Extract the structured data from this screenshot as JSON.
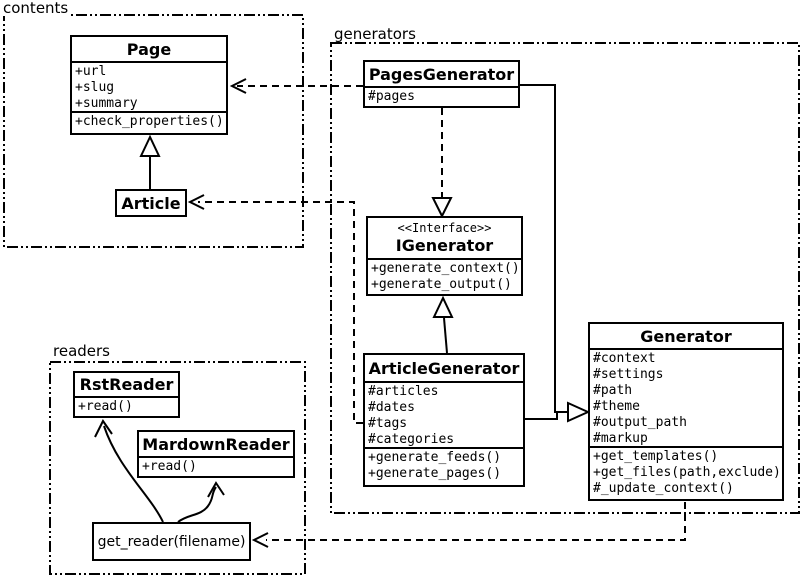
{
  "packages": {
    "contents": {
      "label": "contents"
    },
    "generators": {
      "label": "generators"
    },
    "readers": {
      "label": "readers"
    }
  },
  "classes": {
    "page": {
      "title": "Page",
      "attributes": [
        "+url",
        "+slug",
        "+summary"
      ],
      "methods": [
        "+check_properties()"
      ]
    },
    "article": {
      "title": "Article"
    },
    "pages_generator": {
      "title": "PagesGenerator",
      "attributes": [
        "#pages"
      ]
    },
    "igenerator": {
      "stereotype": "<<Interface>>",
      "title": "IGenerator",
      "methods": [
        "+generate_context()",
        "+generate_output()"
      ]
    },
    "article_generator": {
      "title": "ArticleGenerator",
      "attributes": [
        "#articles",
        "#dates",
        "#tags",
        "#categories"
      ],
      "methods": [
        "+generate_feeds()",
        "+generate_pages()"
      ]
    },
    "generator": {
      "title": "Generator",
      "attributes": [
        "#context",
        "#settings",
        "#path",
        "#theme",
        "#output_path",
        "#markup"
      ],
      "methods": [
        "+get_templates()",
        "+get_files(path,exclude)",
        "#_update_context()"
      ]
    },
    "rst_reader": {
      "title": "RstReader",
      "methods": [
        "+read()"
      ]
    },
    "markdown_reader": {
      "title": "MardownReader",
      "methods": [
        "+read()"
      ]
    },
    "get_reader": {
      "label": "get_reader(filename)"
    }
  },
  "relationships": [
    {
      "type": "inheritance",
      "from": "Article",
      "to": "Page"
    },
    {
      "type": "dependency",
      "from": "PagesGenerator",
      "to": "Page"
    },
    {
      "type": "dependency",
      "from": "ArticleGenerator",
      "to": "Article"
    },
    {
      "type": "realization",
      "from": "PagesGenerator",
      "to": "IGenerator"
    },
    {
      "type": "realization",
      "from": "ArticleGenerator",
      "to": "IGenerator"
    },
    {
      "type": "inheritance",
      "from": "PagesGenerator",
      "to": "Generator"
    },
    {
      "type": "inheritance",
      "from": "ArticleGenerator",
      "to": "Generator"
    },
    {
      "type": "dependency",
      "from": "Generator",
      "to": "get_reader(filename)"
    },
    {
      "type": "arrow",
      "from": "get_reader(filename)",
      "to": "RstReader"
    },
    {
      "type": "arrow",
      "from": "get_reader(filename)",
      "to": "MardownReader"
    }
  ],
  "colors": {
    "line": "#000000",
    "background": "#ffffff"
  }
}
